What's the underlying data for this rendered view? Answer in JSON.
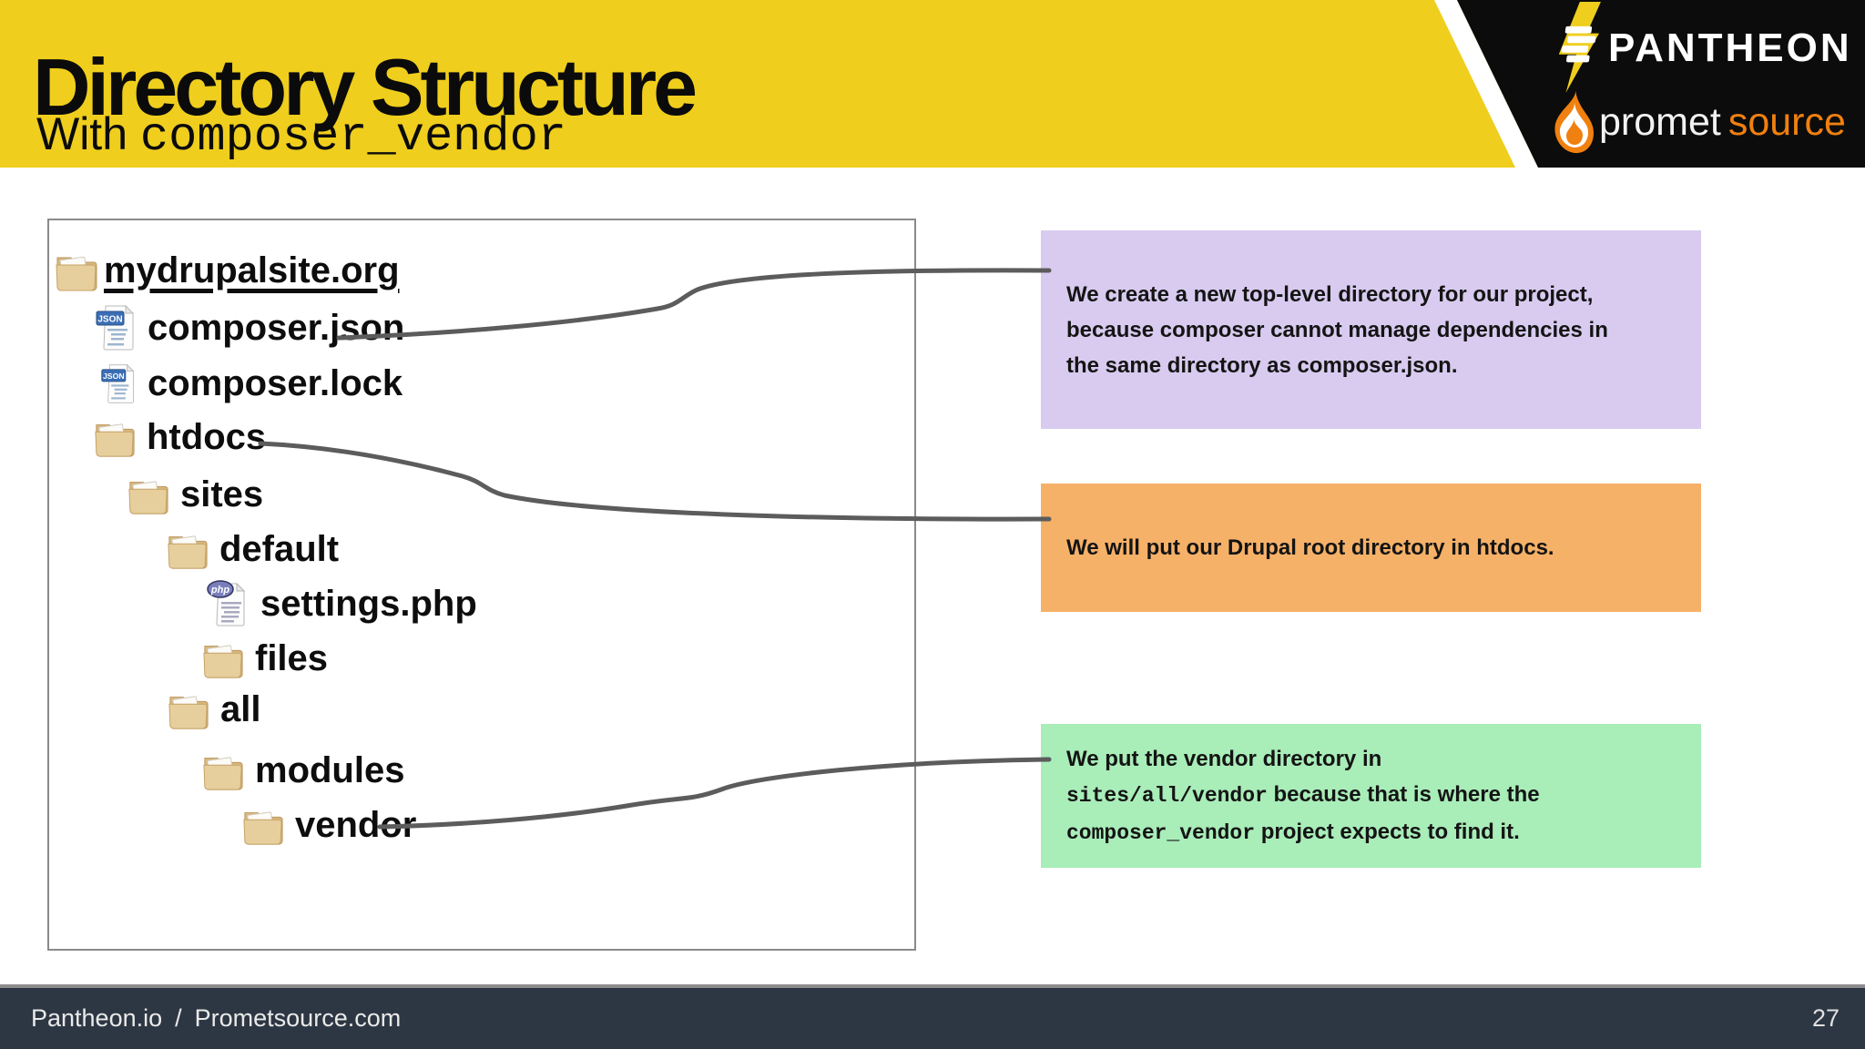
{
  "header": {
    "title": "Directory Structure",
    "subtitle_prefix": "With ",
    "subtitle_code": "composer_vendor",
    "pantheon_wordmark": "PANTHEON",
    "promet_wordmark_white": "promet",
    "promet_wordmark_orange": "source"
  },
  "tree": {
    "badge_json": "JSON",
    "badge_php": "php",
    "items": [
      {
        "label": "mydrupalsite.org",
        "type": "folder"
      },
      {
        "label": "composer.json",
        "type": "json-file"
      },
      {
        "label": "composer.lock",
        "type": "json-file"
      },
      {
        "label": "htdocs",
        "type": "folder"
      },
      {
        "label": "sites",
        "type": "folder"
      },
      {
        "label": "default",
        "type": "folder"
      },
      {
        "label": "settings.php",
        "type": "php-file"
      },
      {
        "label": "files",
        "type": "folder"
      },
      {
        "label": "all",
        "type": "folder"
      },
      {
        "label": "modules",
        "type": "folder"
      },
      {
        "label": "vendor",
        "type": "folder"
      }
    ]
  },
  "callouts": {
    "purple": {
      "color": "#D8CBEF",
      "lines": [
        "We create a new top-level directory for our project,",
        "because composer cannot manage dependencies in",
        "the same directory as composer.json."
      ]
    },
    "orange": {
      "color": "#F6B168",
      "text": "We will put our Drupal root directory in htdocs."
    },
    "green": {
      "color": "#A9EDB9",
      "line1": "We put the vendor directory in",
      "line2_mono": "sites/all/vendor",
      "line2_rest": " because that is where the",
      "line3_mono": "composer_vendor",
      "line3_rest": " project expects to find it."
    }
  },
  "footer": {
    "site1": "Pantheon.io",
    "separator": "/",
    "site2": "Prometsource.com",
    "page": "27"
  },
  "colors": {
    "band_yellow": "#EFCE1D",
    "corner_black": "#0C0C0C",
    "promet_orange": "#F0800F",
    "connector_gray": "#5C5C5C",
    "footer_dark": "#2D3743",
    "folder_tan": "#E6CF9C"
  }
}
